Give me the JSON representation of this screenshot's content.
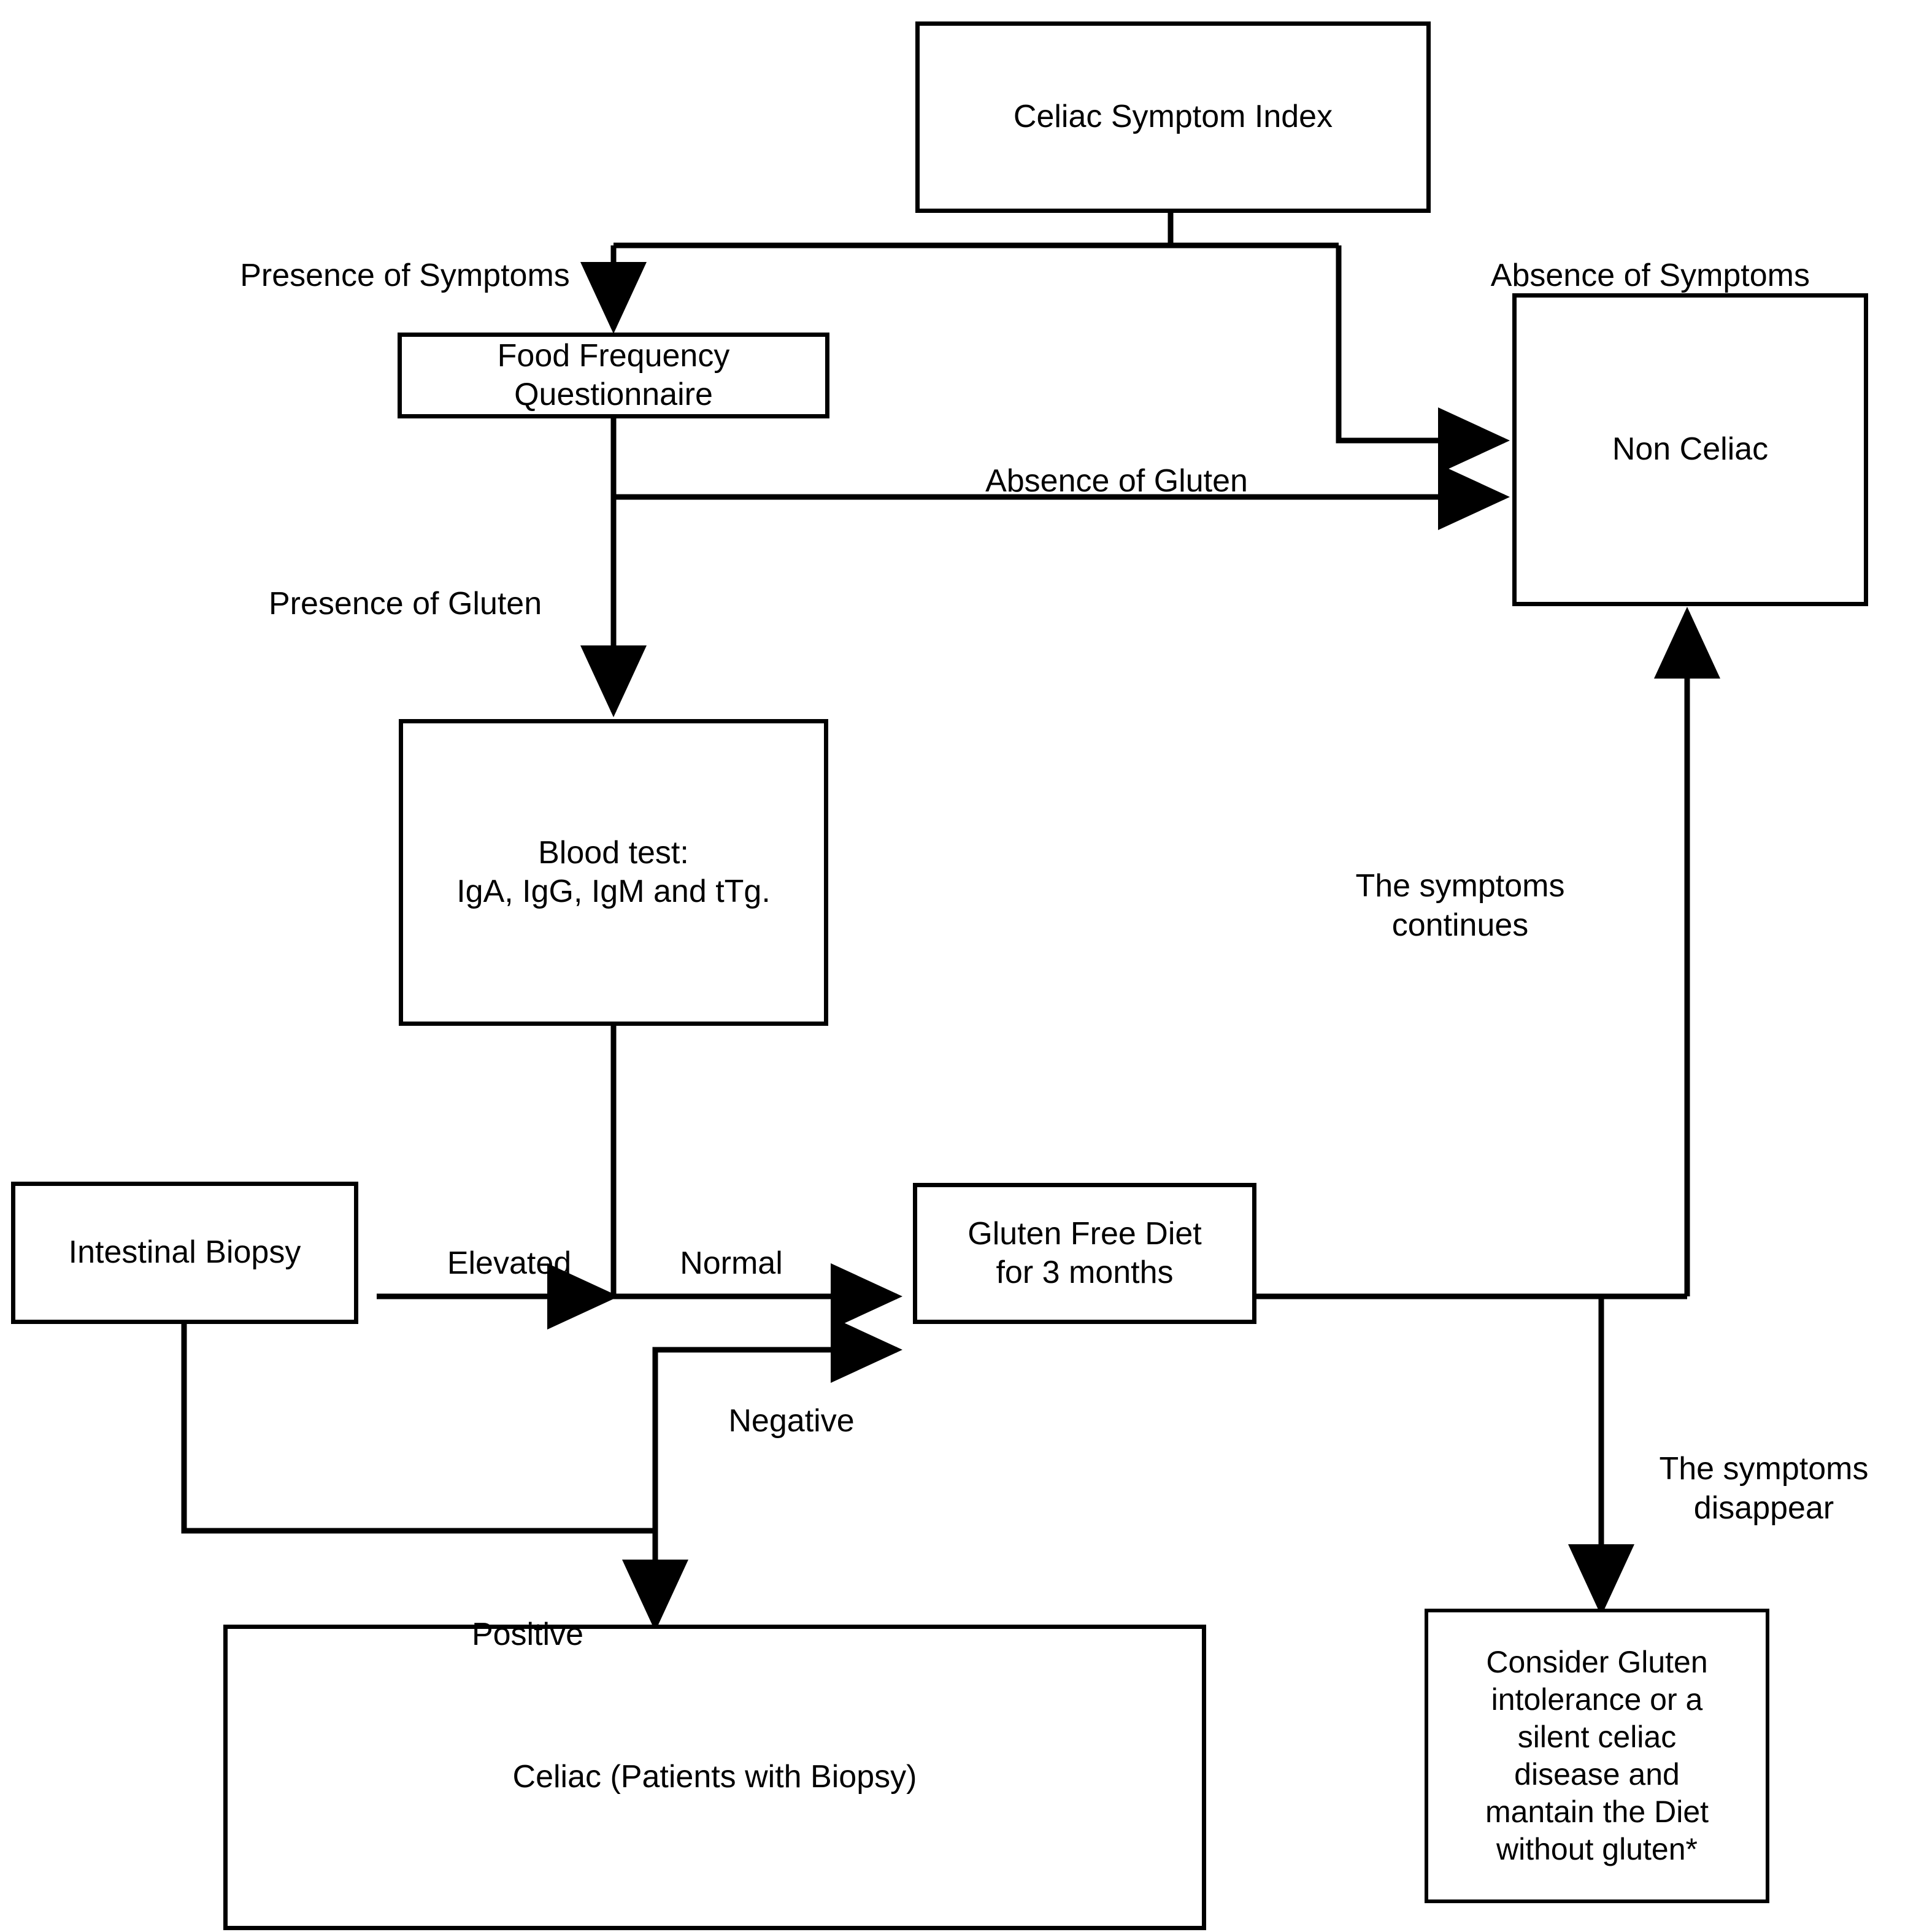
{
  "diagram": {
    "title": "Celiac diagnosis flowchart",
    "line_color": "#000000",
    "background_color": "#ffffff",
    "nodes": [
      {
        "id": "celiac-symptom-index",
        "label": "Celiac Symptom Index"
      },
      {
        "id": "food-frequency-questionnaire",
        "label": "Food Frequency\nQuestionnaire"
      },
      {
        "id": "non-celiac",
        "label": "Non Celiac"
      },
      {
        "id": "blood-test",
        "label": "Blood test:\nIgA, IgG, IgM and tTg."
      },
      {
        "id": "intestinal-biopsy",
        "label": "Intestinal Biopsy"
      },
      {
        "id": "gluten-free-diet",
        "label": "Gluten Free Diet\nfor 3 months"
      },
      {
        "id": "celiac-patients-with-biopsy",
        "label": "Celiac (Patients with Biopsy)"
      },
      {
        "id": "consider-gluten-intolerance",
        "label": "Consider Gluten\nintolerance or a\nsilent celiac\ndisease and\nmantain the Diet\nwithout gluten*"
      }
    ],
    "edge_labels": [
      {
        "id": "presence-of-symptoms",
        "text": "Presence of Symptoms"
      },
      {
        "id": "absence-of-symptoms",
        "text": "Absence of Symptoms"
      },
      {
        "id": "absence-of-gluten",
        "text": "Absence of Gluten"
      },
      {
        "id": "presence-of-gluten",
        "text": "Presence of Gluten"
      },
      {
        "id": "the-symptoms-continues",
        "text": "The symptoms\ncontinues"
      },
      {
        "id": "elevated",
        "text": "Elevated"
      },
      {
        "id": "normal",
        "text": "Normal"
      },
      {
        "id": "negative",
        "text": "Negative"
      },
      {
        "id": "the-symptoms-disappear",
        "text": "The symptoms\ndisappear"
      },
      {
        "id": "positive",
        "text": "Positive"
      }
    ]
  }
}
